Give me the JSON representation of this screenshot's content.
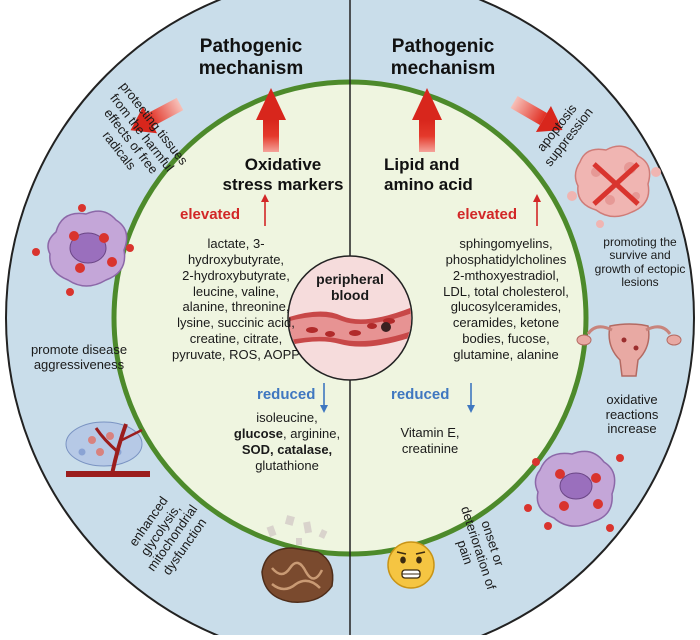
{
  "left": {
    "mechanism_title": "Pathogenic mechanism",
    "marker_title": "Oxidative stress markers",
    "elevated_label": "elevated",
    "elevated_items": [
      "lactate, 3-",
      "hydroxybutyrate,",
      "2-hydroxybutyrate,",
      "leucine, valine,",
      "alanine, threonine,",
      "lysine, succinic acid,",
      "creatine, citrate,",
      "pyruvate, ROS, AOPP"
    ],
    "reduced_label": "reduced",
    "reduced_items": [
      {
        "text": "isoleucine,"
      },
      {
        "bold": "glucose",
        "text": ", arginine,"
      },
      {
        "bold": "SOD, catalase,",
        "text": ""
      },
      {
        "text": "glutathione"
      }
    ],
    "effects": [
      "protecting tissues from the harmful effects of free radicals",
      "promote disease aggressiveness",
      "enhanced glycolysis, mitochondrial dysfunction"
    ]
  },
  "center": {
    "label": "peripheral blood"
  },
  "right": {
    "mechanism_title": "Pathogenic mechanism",
    "marker_title": "Lipid and amino acid",
    "elevated_label": "elevated",
    "elevated_items": [
      "sphingomyelins,",
      "phosphatidylcholines",
      "2-mthoxyestradiol,",
      "LDL, total cholesterol,",
      "glucosylceramides,",
      "ceramides, ketone",
      "bodies, fucose,",
      "glutamine, alanine"
    ],
    "reduced_label": "reduced",
    "reduced_items": [
      "Vitamin E,",
      "creatinine"
    ],
    "effects": [
      "apoptosis suppression",
      "promoting the survive and growth of ectopic lesions",
      "oxidative reactions increase",
      "onset or deterioration of pain"
    ]
  },
  "colors": {
    "outer_ring": "#c9ddea",
    "inner_disc": "#eff5e0",
    "disc_border": "#4d8a2b",
    "arrow_red": "#e23a2b",
    "elevated_red": "#d22727",
    "reduced_blue": "#3f77c0",
    "center_disc": "#f6dcdc"
  }
}
